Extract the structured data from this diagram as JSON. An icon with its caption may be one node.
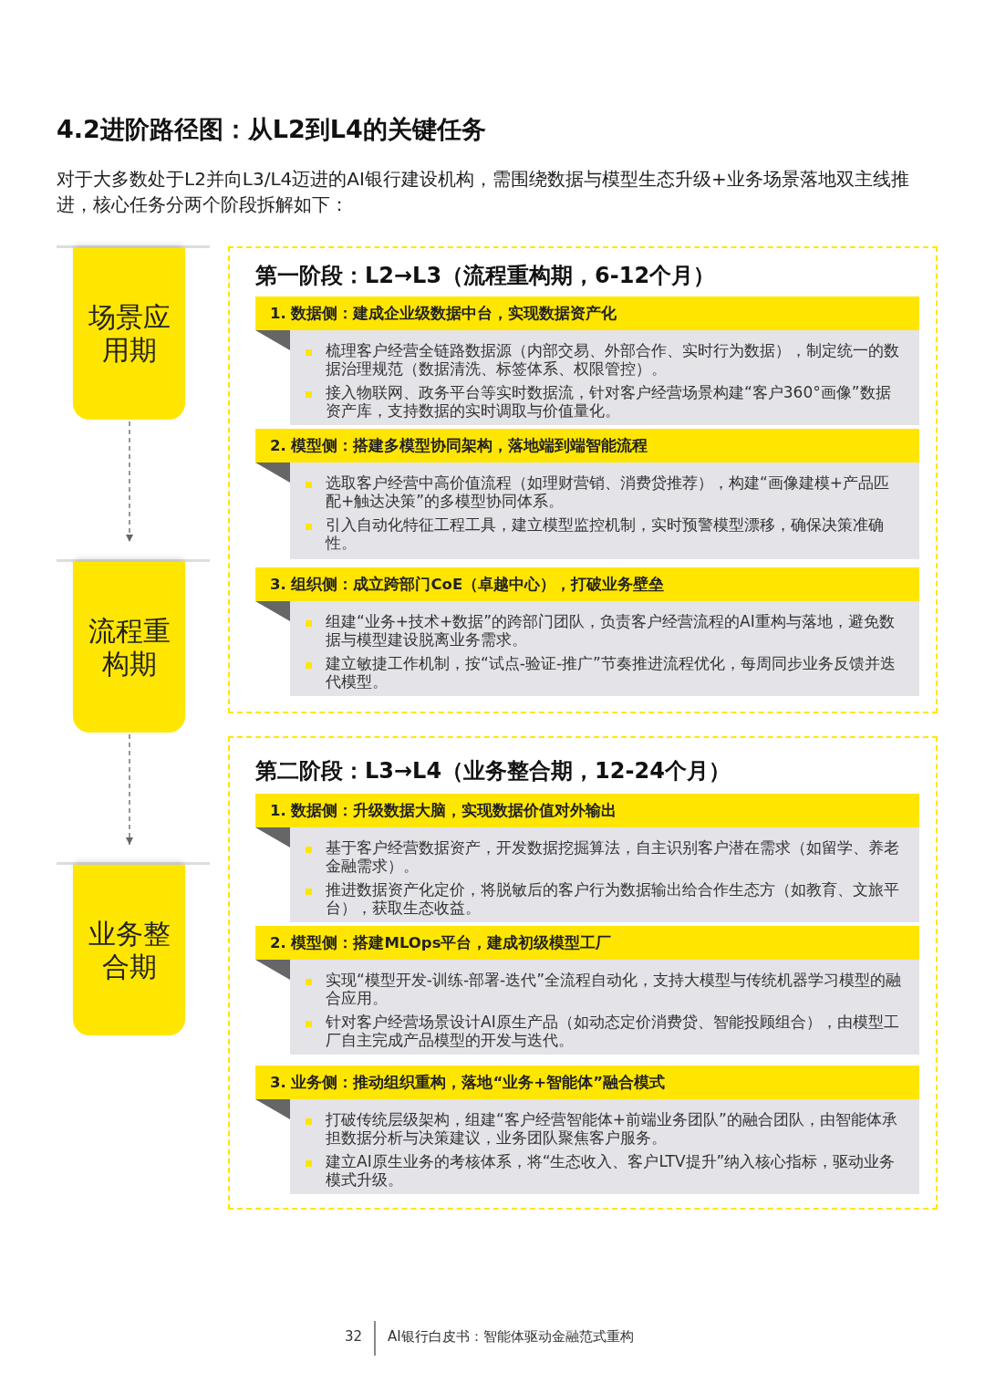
{
  "diagram": {
    "title": "4.2进阶路径图：从L2到L4的关键任务",
    "nodes": [
      {
        "text": [
          "场景应用期"
        ]
      },
      {
        "text": [
          "流程重构期"
        ]
      },
      {
        "text": [
          "业务整合期"
        ]
      },
      {
        "text": [
          "第一阶段：L2→L3（流程重构期，6-12个月）"
        ]
      },
      {
        "text": [
          "1. 数据侧：建成企业级数据中台，实现数据资产化",
          "梳理客户经营全链路数据源（内部交易、外部合作、实时行为数据），制定统一的数据治理规范（数据清洗、标签体系、权限管控）。",
          "接入物联网、政务平台等实时数据流，针对客户经营场景构建“客户360°画像”数据资产库，支持数据的实时调取与价值量化。"
        ],
        "in": 3
      },
      {
        "text": [
          "2. 模型侧：搭建多模型协同架构，落地端到端智能流程",
          "选取客户经营中高价值流程（如理财营销、消费贷推荐），构建“画像建模+产品匹配+触达决策”的多模型协同体系。",
          "引入自动化特征工程工具，建立模型监控机制，实时预警模型漂移，确保决策准确性。"
        ],
        "in": 3
      },
      {
        "text": [
          "3. 组织侧：成立跨部门CoE（卓越中心），打破业务壁垒",
          "组建“业务+技术+数据”的跨部门团队，负责客户经营流程的AI重构与落地，避免数据与模型建设脱离业务需求。",
          "建立敏捷工作机制，按“试点-验证-推广”节奏推进流程优化，每周同步业务反馈并迭代模型。"
        ],
        "in": 3
      },
      {
        "text": [
          "第二阶段：L3→L4（业务整合期，12-24个月）"
        ]
      },
      {
        "text": [
          "1. 数据侧：升级数据大脑，实现数据价值对外输出",
          "基于客户经营数据资产，开发数据挖掘算法，自主识别客户潜在需求（如留学、养老金融需求）。",
          "推进数据资产化定价，将脱敏后的客户行为数据输出给合作生态方（如教育、文旅平台），获取生态收益。"
        ],
        "in": 7
      },
      {
        "text": [
          "2. 模型侧：搭建MLOps平台，建成初级模型工厂",
          "实现“模型开发-训练-部署-迭代”全流程自动化，支持大模型与传统机器学习模型的融合应用。",
          "针对客户经营场景设计AI原生产品（如动态定价消费贷、智能投顾组合），由模型工厂自主完成产品模型的开发与迭代。"
        ],
        "in": 7
      },
      {
        "text": [
          "3. 业务侧：推动组织重构，落地“业务+智能体”融合模式",
          "打破传统层级架构，组建“客户经营智能体+前端业务团队”的融合团队，由智能体承担数据分析与决策建议，业务团队聚焦客户服务。",
          "建立AI原生业务的考核体系，将“生态收入、客户LTV提升”纳入核心指标，驱动业务模式升级。"
        ],
        "in": 7
      }
    ],
    "edges": [
      {
        "from": 0,
        "to": 1,
        "arrow": "to",
        "style": "dashed"
      },
      {
        "from": 1,
        "to": 2,
        "arrow": "to",
        "style": "dashed"
      }
    ],
    "labels": [
      "对于大多数处于L2并向L3/L4迈进的AI银行建设机构，需围绕数据与模型生态升级+业务场景落地双主线推进，核心任务分两个阶段拆解如下：",
      "32",
      "AI银行白皮书：智能体驱动金融范式重构"
    ]
  }
}
